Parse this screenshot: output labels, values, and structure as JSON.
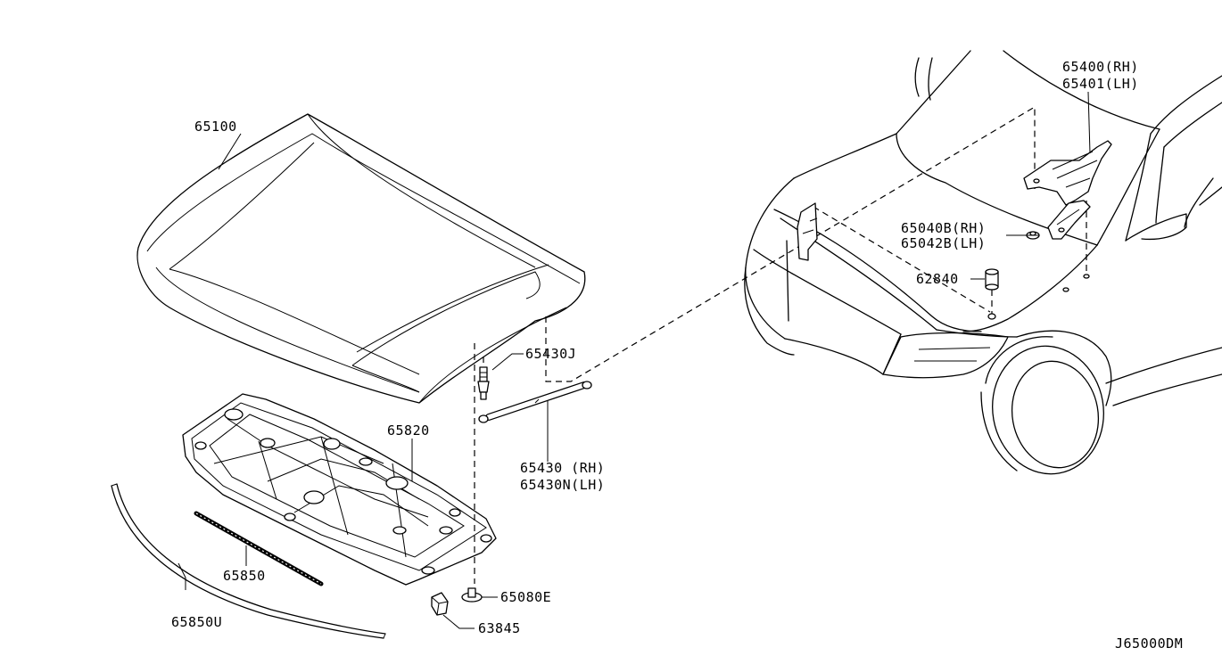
{
  "labels": {
    "p65100": "65100",
    "p65430j": "65430J",
    "p65820": "65820",
    "p65430rh": "65430 (RH)",
    "p65430nlh": "65430N(LH)",
    "p65850": "65850",
    "p65850u": "65850U",
    "p65080e": "65080E",
    "p63845": "63845",
    "p65400rh": "65400(RH)",
    "p65401lh": "65401(LH)",
    "p65040brh": "65040B(RH)",
    "p65042blh": "65042B(LH)",
    "p62840": "62840",
    "diagram_code": "J65000DM"
  }
}
